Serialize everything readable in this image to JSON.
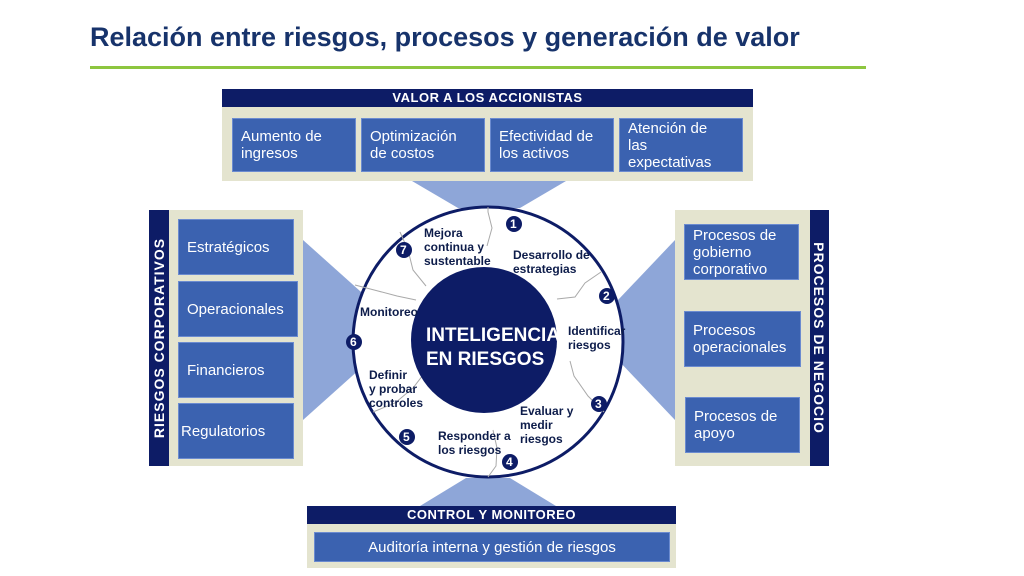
{
  "title": "Relación entre riesgos, procesos y generación de valor",
  "top": {
    "header": "VALOR A LOS ACCIONISTAS",
    "items": [
      "Aumento de\ningresos",
      "Optimización\nde costos",
      "Efectividad de\nlos activos",
      "Atención de\nlas\nexpectativas"
    ]
  },
  "left": {
    "header": "RIESGOS CORPORATIVOS",
    "items": [
      "Estratégicos",
      "Operacionales",
      "Financieros",
      "Regulatorios"
    ]
  },
  "right": {
    "header": "PROCESOS DE NEGOCIO",
    "items": [
      "Procesos de\ngobierno\ncorporativo",
      "Procesos\noperacionales",
      "Procesos de\napoyo"
    ]
  },
  "bottom": {
    "header": "CONTROL Y MONITOREO",
    "item": "Auditoría interna y gestión de riesgos"
  },
  "center": {
    "core": "INTELIGENCIA\nEN RIESGOS",
    "steps": [
      {
        "num": "1",
        "label": "Desarrollo de\nestrategias"
      },
      {
        "num": "2",
        "label": "Identificar\nriesgos"
      },
      {
        "num": "3",
        "label": "Evaluar y\nmedir\nriesgos"
      },
      {
        "num": "4",
        "label": "Responder a\nlos riesgos"
      },
      {
        "num": "5",
        "label": "Definir\ny probar\ncontroles"
      },
      {
        "num": "6",
        "label": "Monitoreo"
      },
      {
        "num": "7",
        "label": "Mejora\ncontinua y\nsustentable"
      }
    ]
  },
  "colors": {
    "navy": "#0d1c66",
    "box_blue": "#3b62b0",
    "panel": "#e4e4cf",
    "connector": "#8ea6d8",
    "title": "#17336b",
    "rule": "#8dc63f"
  }
}
